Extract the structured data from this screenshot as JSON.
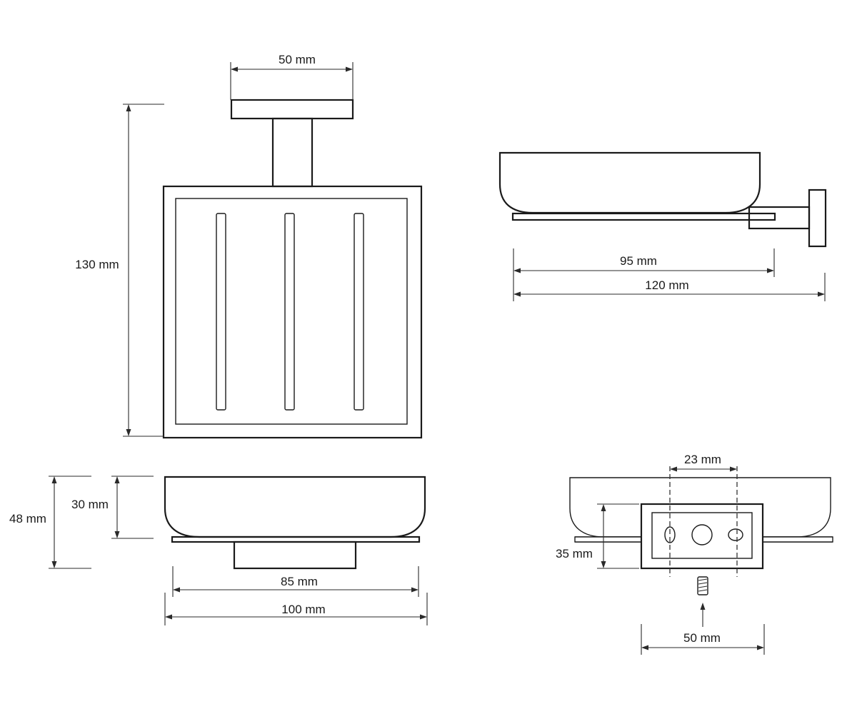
{
  "labels": {
    "front_bracket_width": "50 mm",
    "front_height": "130 mm",
    "side_dish_depth": "95 mm",
    "side_total_depth": "120 mm",
    "bottom_total_height": "48 mm",
    "bottom_dish_height": "30 mm",
    "bottom_inner_width": "85 mm",
    "bottom_outer_width": "100 mm",
    "back_hole_spacing": "23 mm",
    "back_plate_height": "35 mm",
    "back_plate_width": "50 mm"
  }
}
